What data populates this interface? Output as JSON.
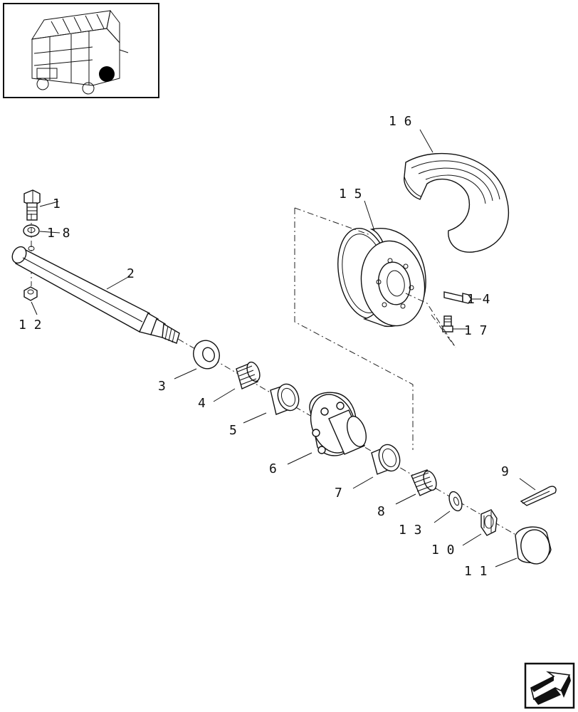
{
  "diagram": {
    "callouts": {
      "c1": "1",
      "c2": "2",
      "c3": "3",
      "c4": "4",
      "c5": "5",
      "c6": "6",
      "c7": "7",
      "c8": "8",
      "c9": "9",
      "c10": "1 0",
      "c11": "1 1",
      "c12": "1 2",
      "c13": "1 3",
      "c14": "1 4",
      "c15": "1 5",
      "c16": "1 6",
      "c17": "1 7",
      "c18": "1 8"
    }
  },
  "icons": {
    "thumbnail": "baler-thumbnail-icon",
    "navigation": "next-page-arrow-icon"
  },
  "colors": {
    "line": "#111111",
    "locator_dot": "#000000",
    "nav_fill": "#ffffff"
  }
}
